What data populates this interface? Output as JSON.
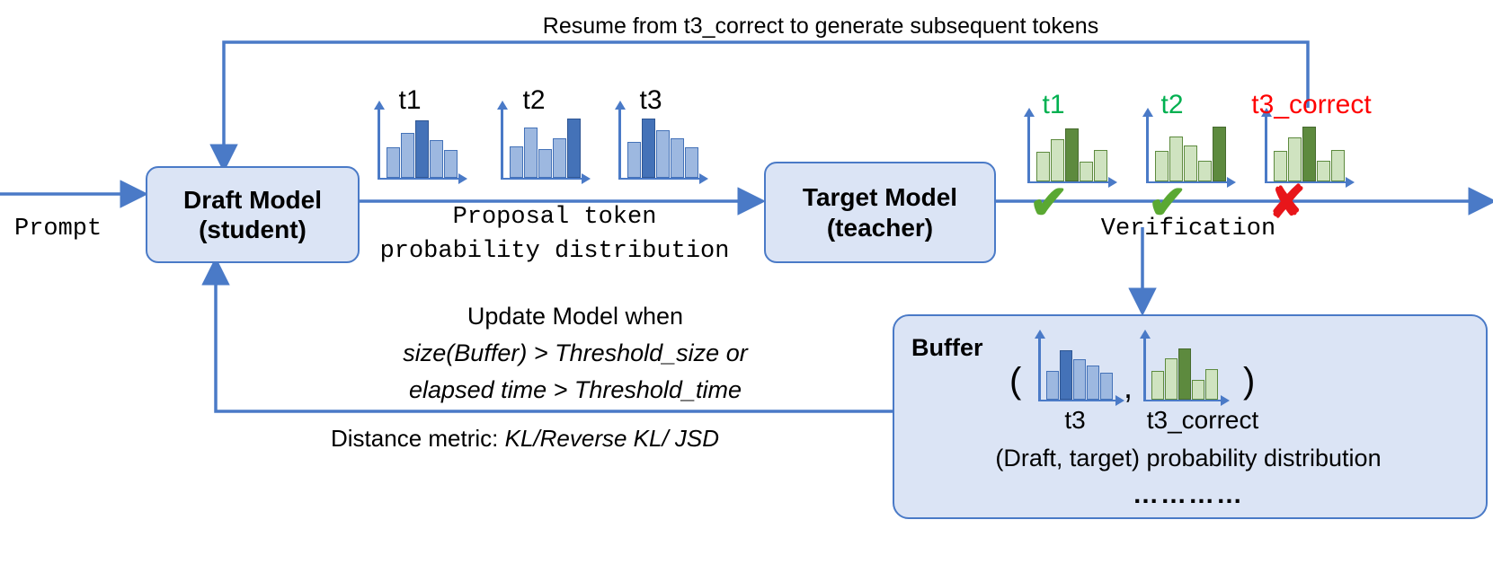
{
  "diagram": {
    "title": "Online speculative decoding with draft model update loop",
    "colors": {
      "box_fill": "#dbe4f5",
      "box_border": "#4a7ac7",
      "arrow": "#4a7ac7",
      "draft_bar_light": "#9db8e0",
      "draft_bar_dark": "#4472b8",
      "target_bar_light": "#cfe3c0",
      "target_bar_dark": "#5d8a3e",
      "accept_green": "#5aa832",
      "reject_red": "#e8161a",
      "token_label_green": "#00b050",
      "token_label_red": "#ff0000",
      "text": "#000000"
    }
  },
  "nodes": {
    "draft_model": {
      "line1": "Draft Model",
      "line2": "(student)"
    },
    "target_model": {
      "line1": "Target Model",
      "line2": "(teacher)"
    },
    "buffer": {
      "label": "Buffer"
    }
  },
  "labels": {
    "prompt": "Prompt",
    "resume_arrow": "Resume from t3_correct to generate subsequent tokens",
    "proposal_line1": "Proposal token",
    "proposal_line2": "probability distribution",
    "verification": "Verification",
    "update_line1": "Update Model when",
    "update_line2": "size(Buffer) > Threshold_size or",
    "update_line3": "elapsed time > Threshold_time",
    "distance_metric_plain": "Distance metric: ",
    "distance_metric_italic": "KL/Reverse KL/ JSD",
    "buffer_open_paren": "(",
    "buffer_comma": ",",
    "buffer_close_paren": ")",
    "buffer_t3": "t3",
    "buffer_t3_correct": "t3_correct",
    "buffer_caption": "(Draft, target) probability distribution",
    "buffer_ellipsis": "…………"
  },
  "draft_distributions": [
    {
      "label": "t1",
      "bars": [
        42,
        62,
        80,
        52,
        38
      ],
      "highlight_index": 2
    },
    {
      "label": "t2",
      "bars": [
        44,
        70,
        40,
        54,
        82
      ],
      "highlight_index": 4
    },
    {
      "label": "t3",
      "bars": [
        50,
        82,
        66,
        54,
        42
      ],
      "highlight_index": 1
    }
  ],
  "target_distributions": [
    {
      "label": "t1",
      "bars": [
        48,
        68,
        84,
        32,
        52
      ],
      "highlight_index": 2,
      "verdict": "accept",
      "label_color": "#00b050"
    },
    {
      "label": "t2",
      "bars": [
        50,
        72,
        58,
        34,
        86
      ],
      "highlight_index": 4,
      "verdict": "accept",
      "label_color": "#00b050"
    },
    {
      "label": "t3_correct",
      "bars": [
        50,
        70,
        86,
        34,
        52
      ],
      "highlight_index": 2,
      "verdict": "reject",
      "label_color": "#ff0000"
    }
  ],
  "buffer_distributions": [
    {
      "label": "t3",
      "kind": "draft",
      "bars": [
        48,
        80,
        66,
        56,
        44
      ],
      "highlight_index": 1
    },
    {
      "label": "t3_correct",
      "kind": "target",
      "bars": [
        48,
        70,
        86,
        34,
        52
      ],
      "highlight_index": 2
    }
  ],
  "verdict_marks": [
    {
      "symbol": "✔",
      "name": "check-mark",
      "color": "#5aa832"
    },
    {
      "symbol": "✔",
      "name": "check-mark",
      "color": "#5aa832"
    },
    {
      "symbol": "✘",
      "name": "cross-mark",
      "color": "#e8161a"
    }
  ]
}
